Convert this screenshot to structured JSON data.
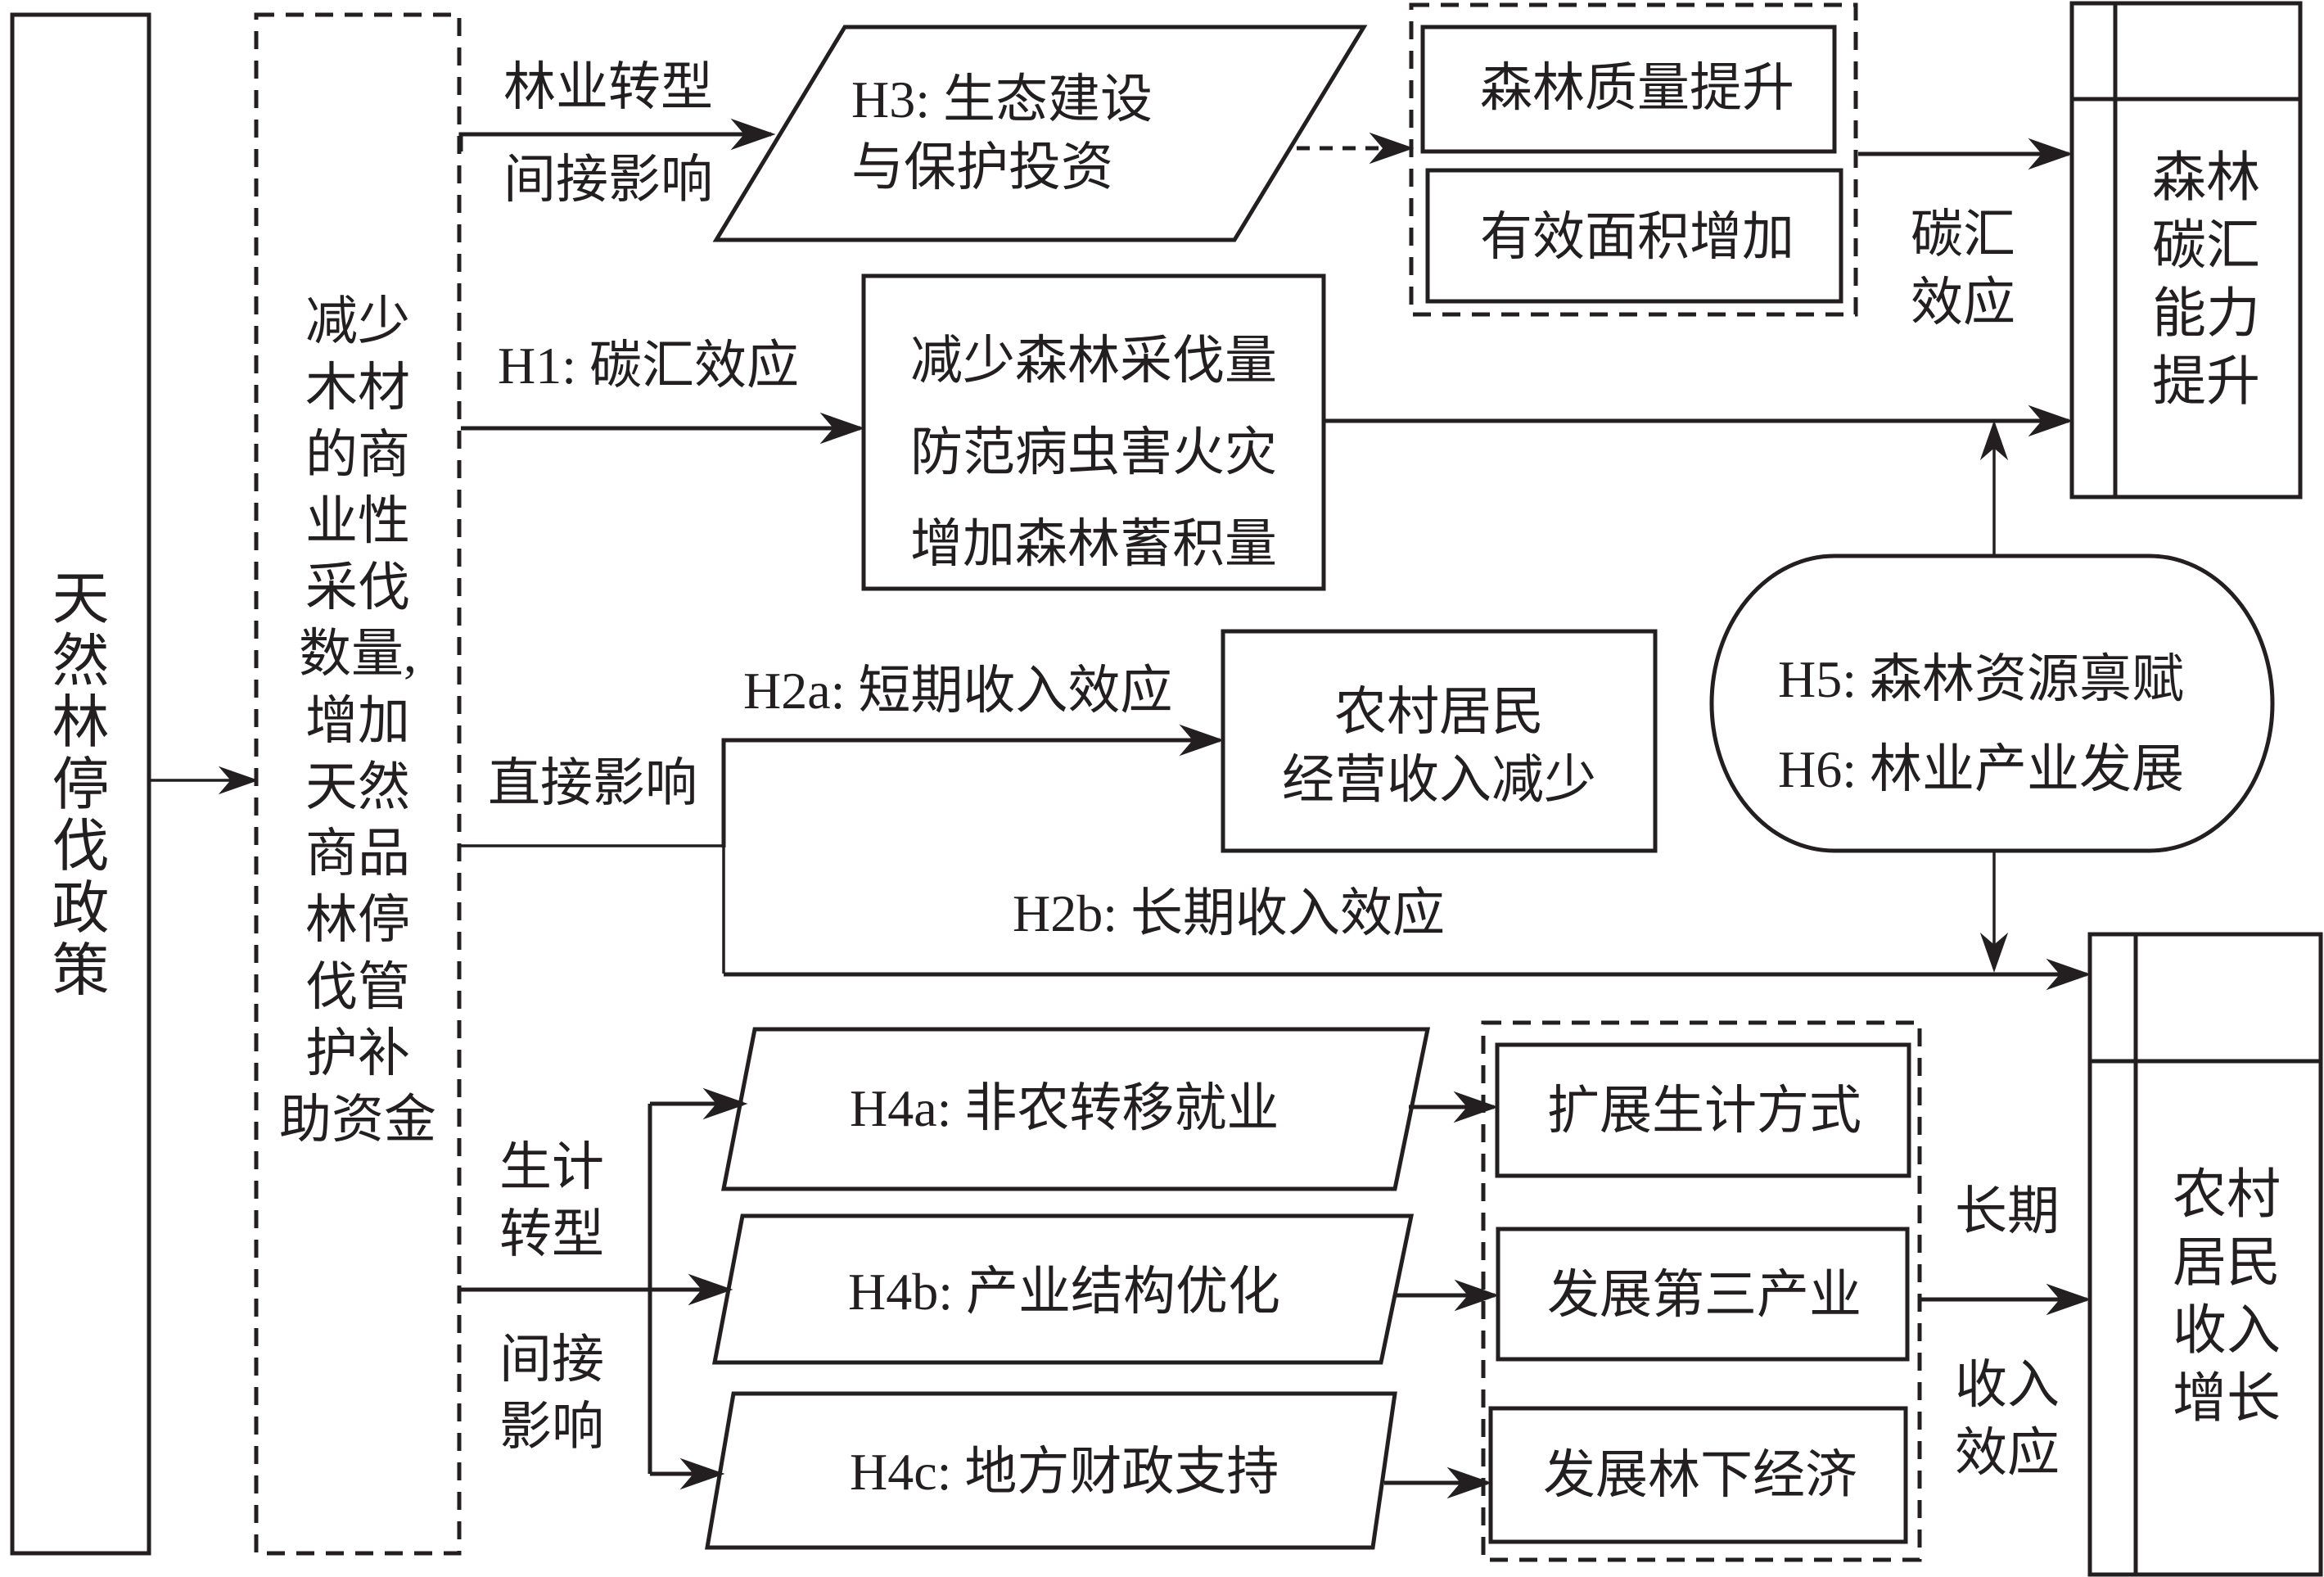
{
  "diagram": {
    "colors": {
      "stroke": "#231f20",
      "background": "#ffffff"
    },
    "nodes": {
      "policy": "天然林停伐政策",
      "mechanism": "减少木材的商业性采伐数量,增加天然商品林停伐管护补助资金",
      "mechanism_lines": [
        "减少",
        "木材",
        "的商",
        "业性",
        "采伐",
        "数量,",
        "增加",
        "天然",
        "商品",
        "林停",
        "伐管",
        "护补",
        "助资金"
      ],
      "h3": [
        "H3: 生态建设",
        "与保护投资"
      ],
      "forest_quality": "森林质量提升",
      "effective_area": "有效面积增加",
      "h1_box": [
        "减少森林采伐量",
        "防范病虫害火灾",
        "增加森林蓄积量"
      ],
      "h2a_box": [
        "农村居民",
        "经营收入减少"
      ],
      "h5h6": [
        "H5: 森林资源禀赋",
        "H6: 林业产业发展"
      ],
      "carbon_outcome": [
        "森林",
        "碳汇",
        "能力",
        "提升"
      ],
      "income_outcome": [
        "农村",
        "居民",
        "收入",
        "增长"
      ],
      "h4a": "H4a: 非农转移就业",
      "h4b": "H4b: 产业结构优化",
      "h4c": "H4c: 地方财政支持",
      "livelihood": "扩展生计方式",
      "tertiary": "发展第三产业",
      "understory": "发展林下经济"
    },
    "edge_labels": {
      "forestry_transition": "林业转型",
      "indirect_top": "间接影响",
      "h1": "H1: 碳汇效应",
      "direct": "直接影响",
      "h2a": "H2a: 短期收入效应",
      "h2b": "H2b: 长期收入效应",
      "livelihood_transition": [
        "生计",
        "转型"
      ],
      "indirect_bottom": [
        "间接",
        "影响"
      ],
      "carbon_effect": [
        "碳汇",
        "效应"
      ],
      "long_term": "长期",
      "income_effect": [
        "收入",
        "效应"
      ]
    }
  }
}
